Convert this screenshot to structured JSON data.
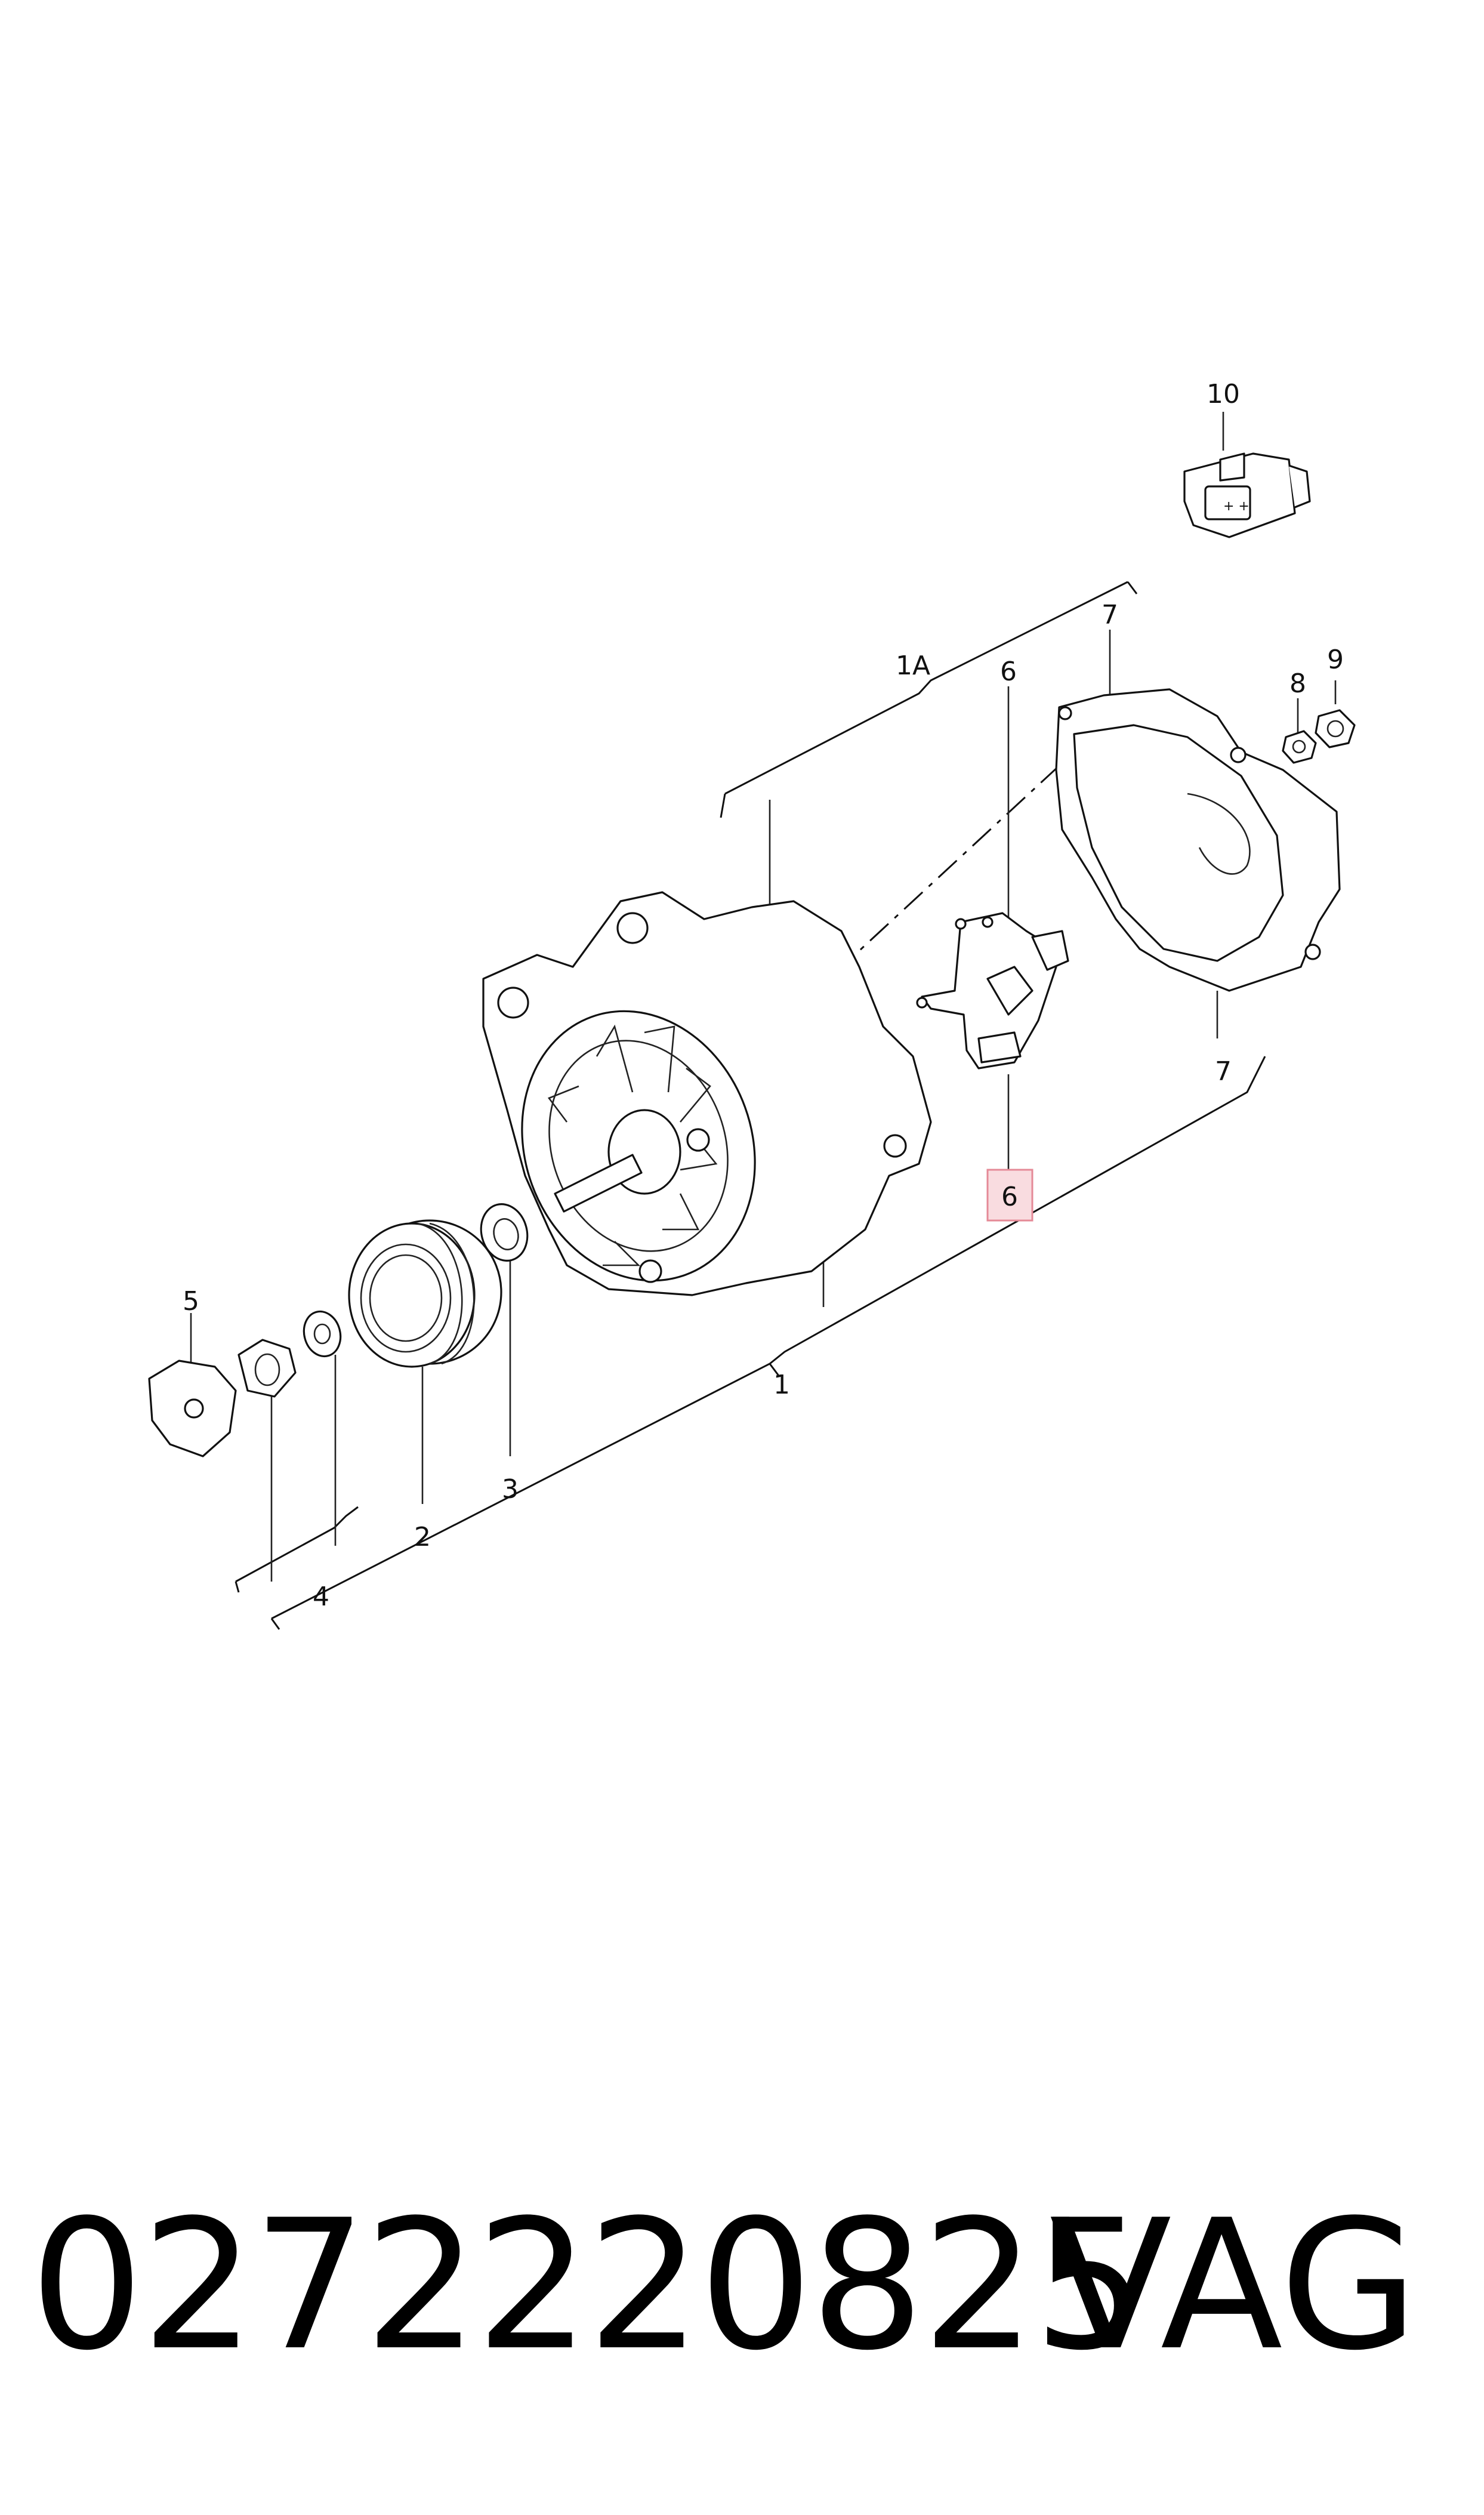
{
  "callouts": {
    "c1": "1",
    "c1a": "1A",
    "c2": "2",
    "c3": "3",
    "c4": "4",
    "c5": "5",
    "c6_top": "6",
    "c6_bottom": "6",
    "c7_top": "7",
    "c7_bottom": "7",
    "c8": "8",
    "c9": "9",
    "c10": "10"
  },
  "highlight": {
    "color": "#f9dce0",
    "label_ref": "6"
  },
  "footer": {
    "part_number": "0272220825",
    "brand": "VAG"
  }
}
